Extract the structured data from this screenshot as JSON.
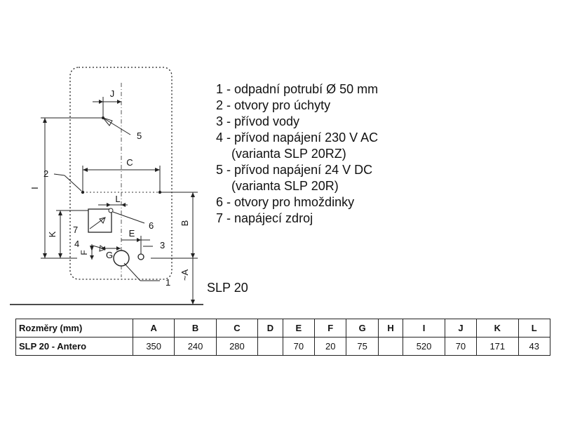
{
  "diagram": {
    "dim_labels": {
      "J": "J",
      "C": "C",
      "L": "L",
      "E": "E",
      "F": "F",
      "G": "G",
      "I": "I",
      "K": "K",
      "B": "B",
      "A": "~A"
    },
    "callouts": [
      "1",
      "2",
      "3",
      "4",
      "5",
      "6",
      "7"
    ]
  },
  "legend": [
    "1 - odpadní potrubí Ø 50 mm",
    "2 - otvory pro úchyty",
    "3 - přívod vody",
    "4 - přívod napájení 230 V AC",
    "(varianta SLP 20RZ)",
    "5 - přívod napájení 24 V DC",
    "(varianta SLP 20R)",
    "6 - otvory pro hmoždinky",
    "7 - napájecí zdroj"
  ],
  "model_label": "SLP 20",
  "table": {
    "headers": [
      "Rozměry (mm)",
      "A",
      "B",
      "C",
      "D",
      "E",
      "F",
      "G",
      "H",
      "I",
      "J",
      "K",
      "L"
    ],
    "rows": [
      [
        "SLP 20 - Antero",
        "350",
        "240",
        "280",
        "",
        "70",
        "20",
        "75",
        "",
        "520",
        "70",
        "171",
        "43"
      ]
    ]
  }
}
